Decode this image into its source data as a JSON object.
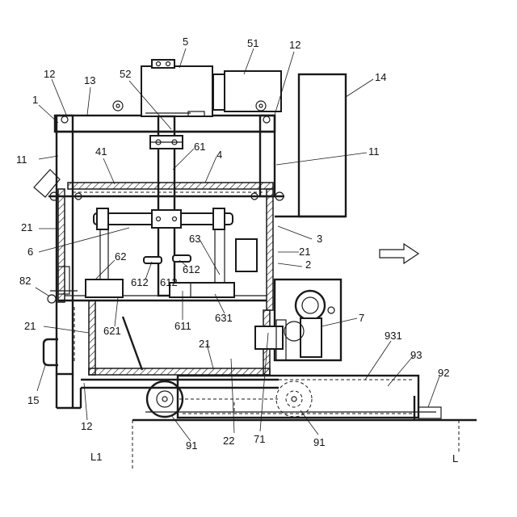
{
  "diagram": {
    "labels": {
      "l1": "1",
      "l2": "2",
      "l3": "3",
      "l4": "4",
      "l5": "5",
      "l6": "6",
      "l7": "7",
      "l11a": "11",
      "l11b": "11",
      "l12a": "12",
      "l12b": "12",
      "l12c": "12",
      "l13": "13",
      "l14": "14",
      "l15": "15",
      "l21a": "21",
      "l21b": "21",
      "l21c": "21",
      "l21d": "21",
      "l22": "22",
      "l41": "41",
      "l51": "51",
      "l52": "52",
      "l61": "61",
      "l62": "62",
      "l63": "63",
      "l611": "611",
      "l612a": "612",
      "l612b": "612",
      "l612c": "612",
      "l621": "621",
      "l631": "631",
      "l71": "71",
      "l82": "82",
      "l91a": "91",
      "l91b": "91",
      "l92": "92",
      "l93": "93",
      "l931": "931",
      "lL": "L",
      "lL1": "L1"
    },
    "direction_arrow_icon": "right-outline-arrow",
    "hatch_color": "#1a1a1a",
    "line_color": "#1a1a1a"
  }
}
